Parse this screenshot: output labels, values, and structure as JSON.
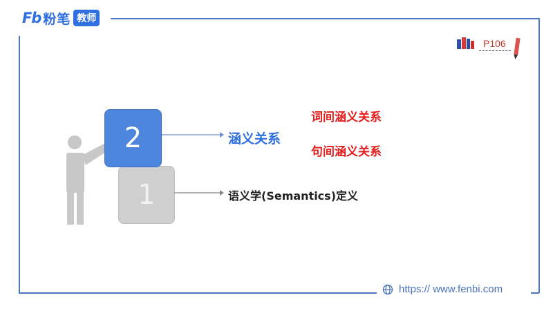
{
  "brand": {
    "mark": "Fb",
    "name": "粉笔",
    "badge": "教师"
  },
  "page": {
    "number": "P106"
  },
  "blocks": {
    "upper": "2",
    "lower": "1"
  },
  "content": {
    "main_topic": "涵义关系",
    "sub_topics": [
      "词间涵义关系",
      "句间涵义关系"
    ],
    "definition": "语义学(Semantics)定义"
  },
  "footer": {
    "url": "https:// www.fenbi.com"
  },
  "colors": {
    "frame": "#4a76c8",
    "accent_blue": "#2f6fe0",
    "accent_red": "#e41c1c",
    "block_gray": "#cfcfcf",
    "block_blue": "#4d86dc"
  }
}
